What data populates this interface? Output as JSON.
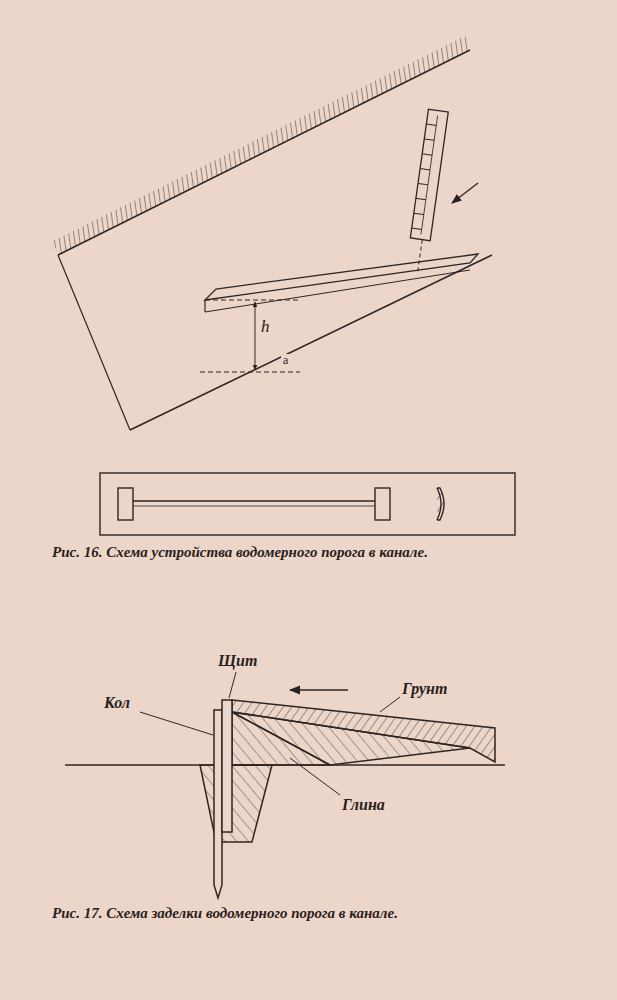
{
  "diagram": {
    "labels": [
      "h",
      "a",
      "Рис. 16. Схема устройства водомерного порога в канале.",
      "Щит",
      "Грунт",
      "Кол",
      "Глина",
      "Рис. 17. Схема заделки водомерного порога в канале."
    ]
  }
}
